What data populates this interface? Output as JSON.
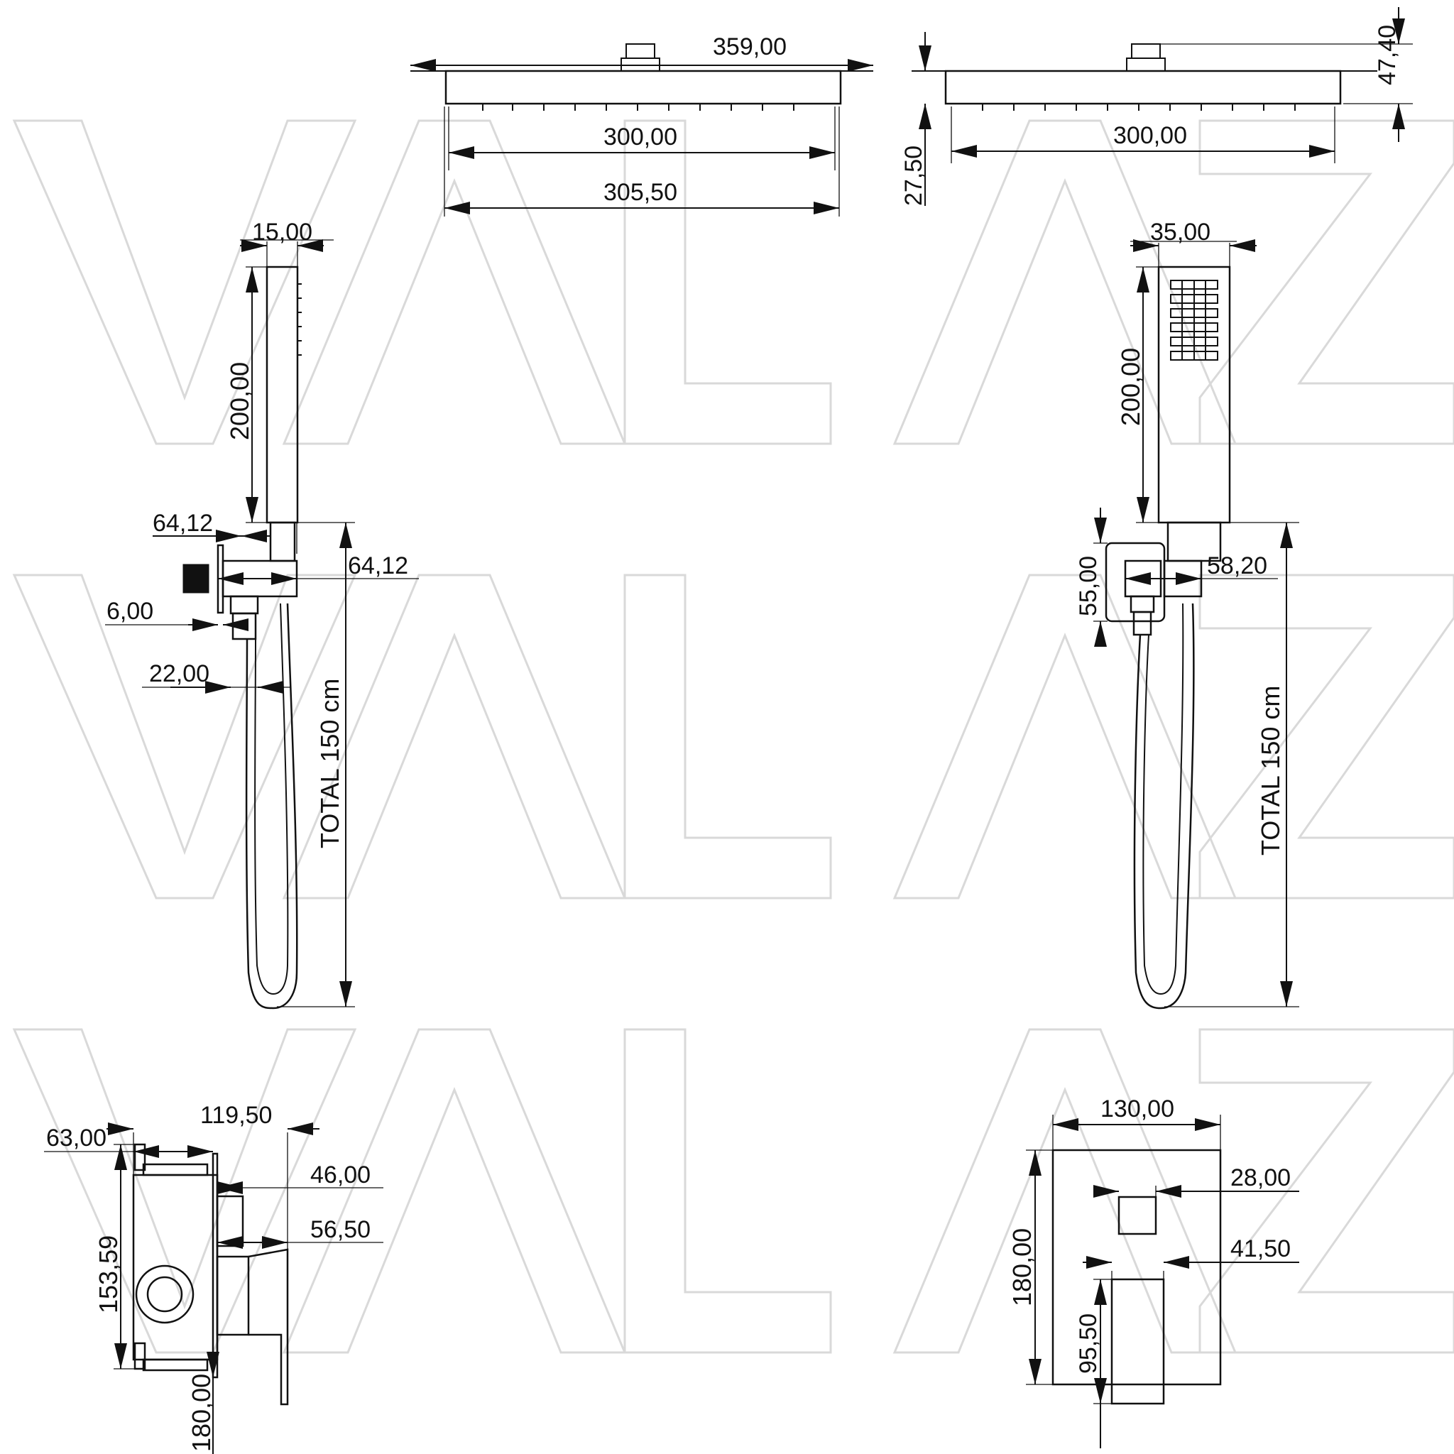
{
  "watermark": {
    "text": "VALAZ",
    "color": "#d9d9d9"
  },
  "ink_color": "#111111",
  "rain_head_front": {
    "overall_width": "359,00",
    "inner_width": "300,00",
    "plate_width": "305,50"
  },
  "rain_head_side": {
    "inner_width": "300,00",
    "thickness": "27,50",
    "height": "47,40"
  },
  "hand_shower_side": {
    "handle_width": "15,00",
    "handle_length": "200,00",
    "holder_projection": "64,12",
    "holder_depth": "64,12",
    "flange_thickness": "6,00",
    "outlet_offset": "22,00",
    "hose_total": "TOTAL 150 cm"
  },
  "hand_shower_front": {
    "handle_width": "35,00",
    "handle_length": "200,00",
    "holder_height": "55,00",
    "holder_width": "58,20",
    "hose_total": "TOTAL 150 cm"
  },
  "mixer_side": {
    "overall_depth": "119,50",
    "box_depth": "63,00",
    "knob_projection": "46,00",
    "lever_projection": "56,50",
    "box_height": "153,59",
    "plate_height": "180,00"
  },
  "mixer_front": {
    "plate_width": "130,00",
    "plate_height": "180,00",
    "knob_width": "28,00",
    "lever_width": "41,50",
    "lever_height": "95,50"
  }
}
